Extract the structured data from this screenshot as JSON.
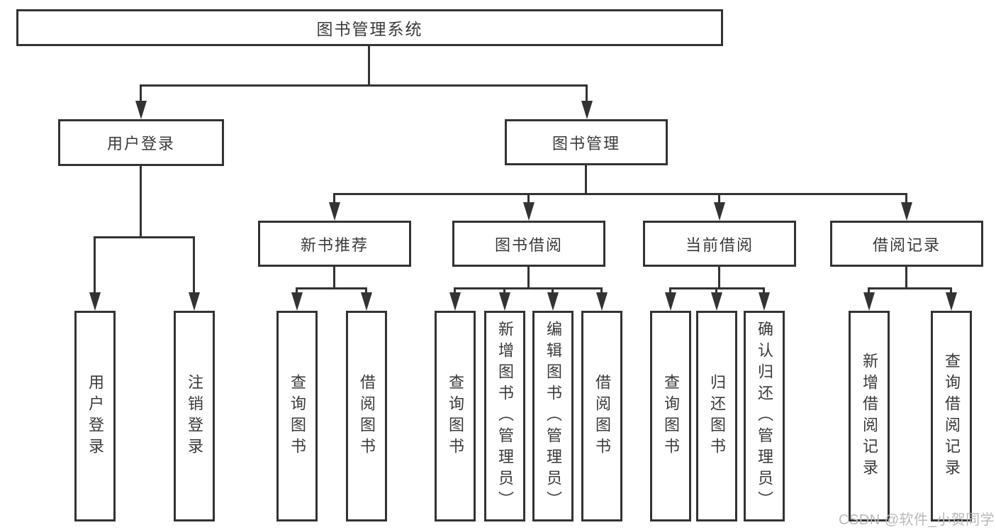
{
  "colors": {
    "line": "#333333",
    "text": "#3a3a3a",
    "watermark": "#b9b9b9",
    "background": "#ffffff"
  },
  "nodes": {
    "root": "图书管理系统",
    "user_login": "用户登录",
    "book_mgmt": "图书管理",
    "new_book_rec": "新书推荐",
    "book_borrow": "图书借阅",
    "current_borrow": "当前借阅",
    "borrow_record": "借阅记录",
    "l_user_login": "用户登录",
    "l_logout": "注销登录",
    "l_query_book_1": "查询图书",
    "l_borrow_book_1": "借阅图书",
    "l_query_book_2": "查询图书",
    "l_add_book_admin": "新增图书（管理员）",
    "l_edit_book_admin": "编辑图书（管理员）",
    "l_borrow_book_2": "借阅图书",
    "l_query_book_3": "查询图书",
    "l_return_book": "归还图书",
    "l_confirm_return_admin": "确认归还（管理员）",
    "l_add_borrow_record": "新增借阅记录",
    "l_query_borrow_record": "查询借阅记录"
  },
  "watermark": {
    "text": "CSDN @软件_小贺同学"
  }
}
